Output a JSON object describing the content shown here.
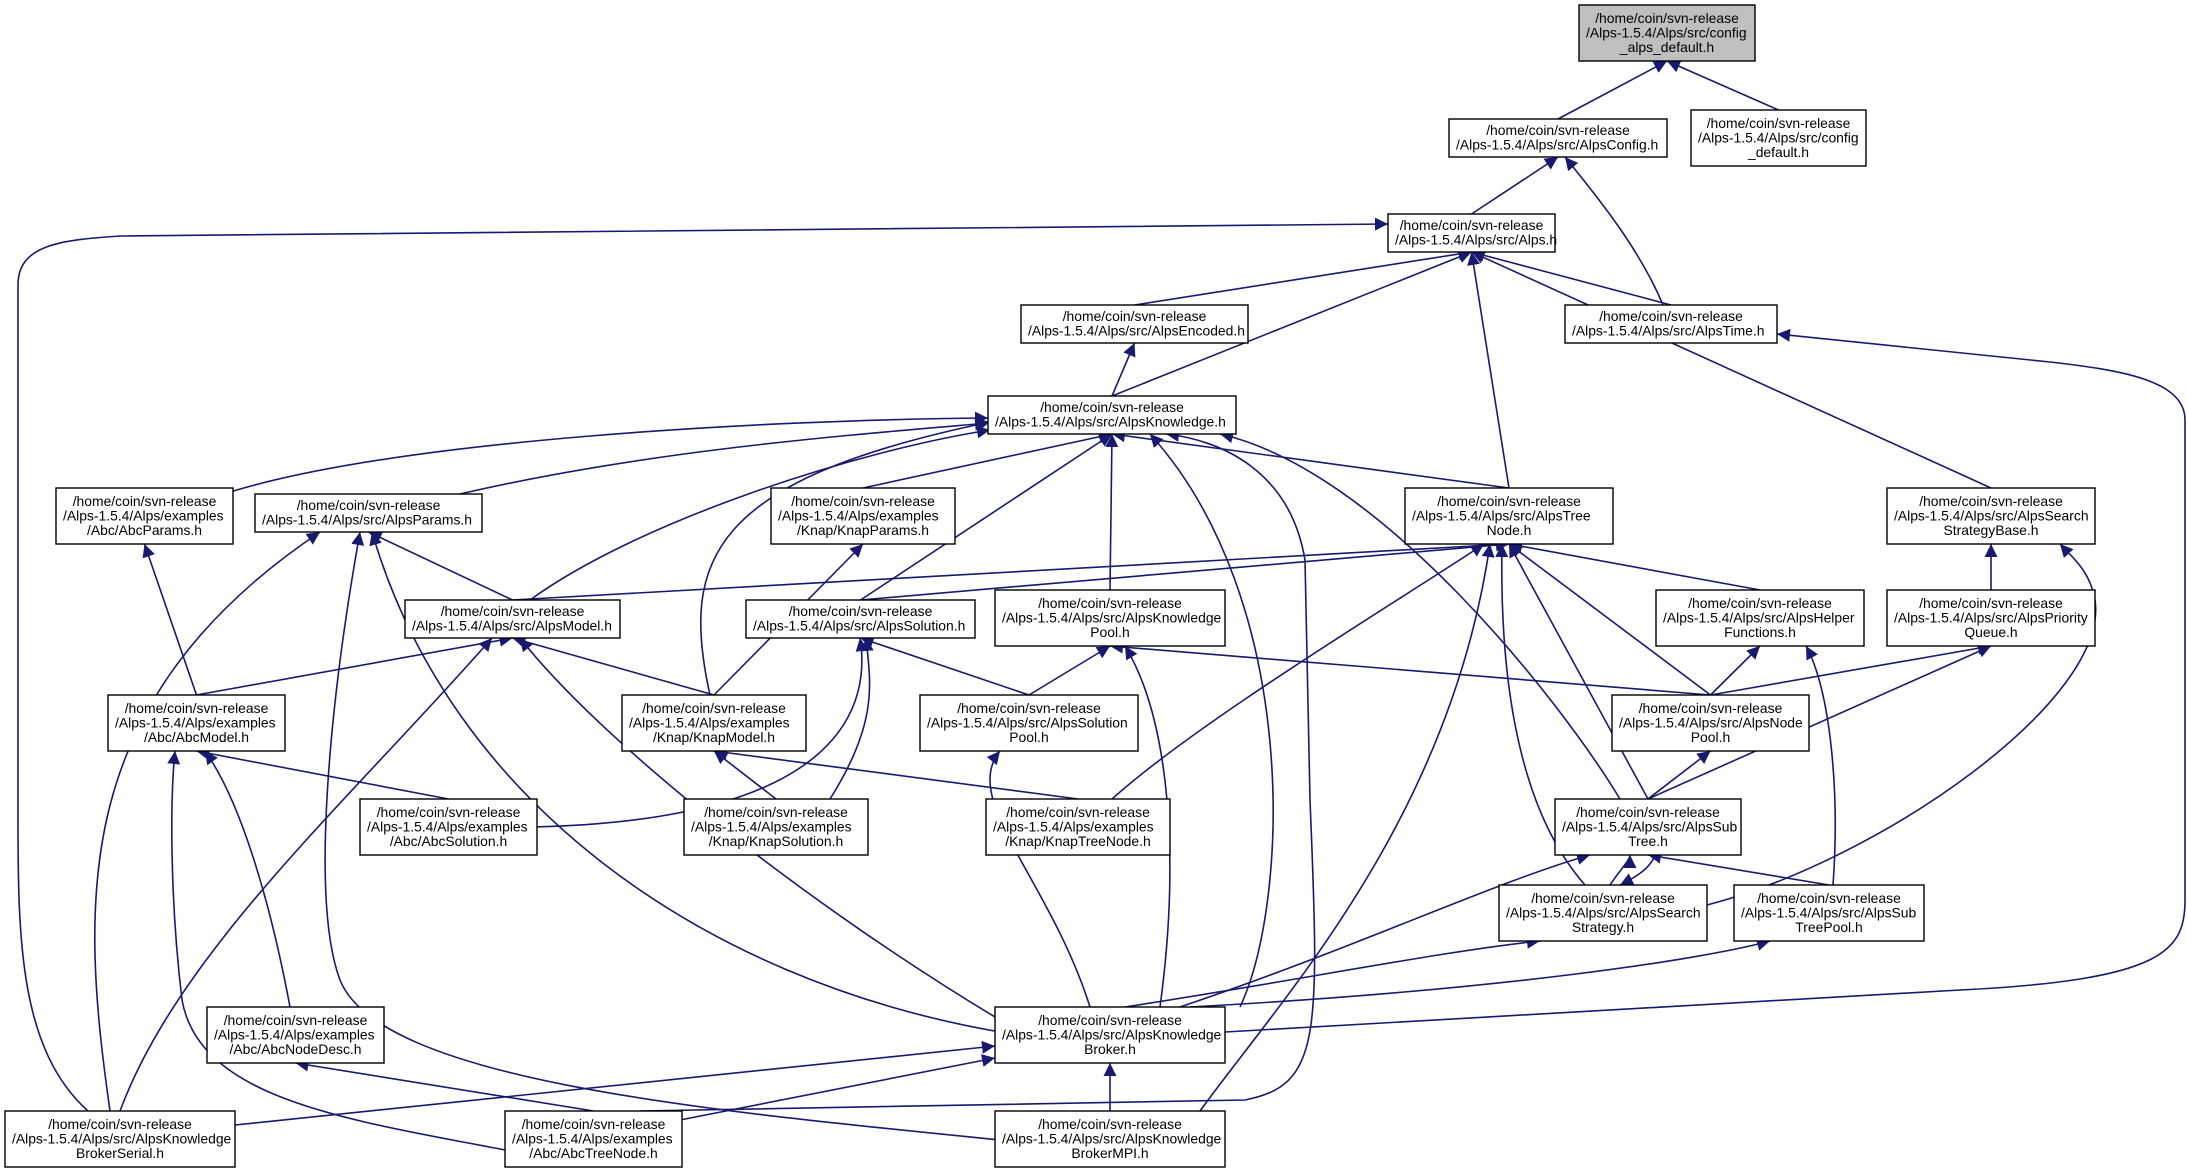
{
  "diagram": {
    "type": "include-dependency-graph",
    "colors": {
      "edge": "#191970",
      "node_border": "#000000",
      "node_fill": "#ffffff",
      "root_fill": "#bfbfbf",
      "background": "#ffffff"
    },
    "nodes": [
      {
        "id": "cfg_alps_default",
        "lines": [
          "/home/coin/svn-release",
          "/Alps-1.5.4/Alps/src/config",
          "_alps_default.h"
        ],
        "root": true
      },
      {
        "id": "alps_config",
        "lines": [
          "/home/coin/svn-release",
          "/Alps-1.5.4/Alps/src/AlpsConfig.h"
        ]
      },
      {
        "id": "cfg_default",
        "lines": [
          "/home/coin/svn-release",
          "/Alps-1.5.4/Alps/src/config",
          "_default.h"
        ]
      },
      {
        "id": "alps_h",
        "lines": [
          "/home/coin/svn-release",
          "/Alps-1.5.4/Alps/src/Alps.h"
        ]
      },
      {
        "id": "alps_encoded",
        "lines": [
          "/home/coin/svn-release",
          "/Alps-1.5.4/Alps/src/AlpsEncoded.h"
        ]
      },
      {
        "id": "alps_time",
        "lines": [
          "/home/coin/svn-release",
          "/Alps-1.5.4/Alps/src/AlpsTime.h"
        ]
      },
      {
        "id": "alps_knowledge",
        "lines": [
          "/home/coin/svn-release",
          "/Alps-1.5.4/Alps/src/AlpsKnowledge.h"
        ]
      },
      {
        "id": "abc_params",
        "lines": [
          "/home/coin/svn-release",
          "/Alps-1.5.4/Alps/examples",
          "/Abc/AbcParams.h"
        ]
      },
      {
        "id": "alps_params",
        "lines": [
          "/home/coin/svn-release",
          "/Alps-1.5.4/Alps/src/AlpsParams.h"
        ]
      },
      {
        "id": "knap_params",
        "lines": [
          "/home/coin/svn-release",
          "/Alps-1.5.4/Alps/examples",
          "/Knap/KnapParams.h"
        ]
      },
      {
        "id": "alps_treenode",
        "lines": [
          "/home/coin/svn-release",
          "/Alps-1.5.4/Alps/src/AlpsTree",
          "Node.h"
        ]
      },
      {
        "id": "alps_ssbase",
        "lines": [
          "/home/coin/svn-release",
          "/Alps-1.5.4/Alps/src/AlpsSearch",
          "StrategyBase.h"
        ]
      },
      {
        "id": "alps_model",
        "lines": [
          "/home/coin/svn-release",
          "/Alps-1.5.4/Alps/src/AlpsModel.h"
        ]
      },
      {
        "id": "alps_solution",
        "lines": [
          "/home/coin/svn-release",
          "/Alps-1.5.4/Alps/src/AlpsSolution.h"
        ]
      },
      {
        "id": "alps_kpool",
        "lines": [
          "/home/coin/svn-release",
          "/Alps-1.5.4/Alps/src/AlpsKnowledge",
          "Pool.h"
        ]
      },
      {
        "id": "alps_helper",
        "lines": [
          "/home/coin/svn-release",
          "/Alps-1.5.4/Alps/src/AlpsHelper",
          "Functions.h"
        ]
      },
      {
        "id": "alps_pq",
        "lines": [
          "/home/coin/svn-release",
          "/Alps-1.5.4/Alps/src/AlpsPriority",
          "Queue.h"
        ]
      },
      {
        "id": "abc_model",
        "lines": [
          "/home/coin/svn-release",
          "/Alps-1.5.4/Alps/examples",
          "/Abc/AbcModel.h"
        ]
      },
      {
        "id": "knap_model",
        "lines": [
          "/home/coin/svn-release",
          "/Alps-1.5.4/Alps/examples",
          "/Knap/KnapModel.h"
        ]
      },
      {
        "id": "alps_solpool",
        "lines": [
          "/home/coin/svn-release",
          "/Alps-1.5.4/Alps/src/AlpsSolution",
          "Pool.h"
        ]
      },
      {
        "id": "alps_nodepool",
        "lines": [
          "/home/coin/svn-release",
          "/Alps-1.5.4/Alps/src/AlpsNode",
          "Pool.h"
        ]
      },
      {
        "id": "abc_solution",
        "lines": [
          "/home/coin/svn-release",
          "/Alps-1.5.4/Alps/examples",
          "/Abc/AbcSolution.h"
        ]
      },
      {
        "id": "knap_solution",
        "lines": [
          "/home/coin/svn-release",
          "/Alps-1.5.4/Alps/examples",
          "/Knap/KnapSolution.h"
        ]
      },
      {
        "id": "knap_treenode",
        "lines": [
          "/home/coin/svn-release",
          "/Alps-1.5.4/Alps/examples",
          "/Knap/KnapTreeNode.h"
        ]
      },
      {
        "id": "alps_subtree",
        "lines": [
          "/home/coin/svn-release",
          "/Alps-1.5.4/Alps/src/AlpsSub",
          "Tree.h"
        ]
      },
      {
        "id": "alps_ss",
        "lines": [
          "/home/coin/svn-release",
          "/Alps-1.5.4/Alps/src/AlpsSearch",
          "Strategy.h"
        ]
      },
      {
        "id": "alps_stpool",
        "lines": [
          "/home/coin/svn-release",
          "/Alps-1.5.4/Alps/src/AlpsSub",
          "TreePool.h"
        ]
      },
      {
        "id": "abc_nodedesc",
        "lines": [
          "/home/coin/svn-release",
          "/Alps-1.5.4/Alps/examples",
          "/Abc/AbcNodeDesc.h"
        ]
      },
      {
        "id": "alps_kbroker",
        "lines": [
          "/home/coin/svn-release",
          "/Alps-1.5.4/Alps/src/AlpsKnowledge",
          "Broker.h"
        ]
      },
      {
        "id": "alps_kbserial",
        "lines": [
          "/home/coin/svn-release",
          "/Alps-1.5.4/Alps/src/AlpsKnowledge",
          "BrokerSerial.h"
        ]
      },
      {
        "id": "abc_treenode",
        "lines": [
          "/home/coin/svn-release",
          "/Alps-1.5.4/Alps/examples",
          "/Abc/AbcTreeNode.h"
        ]
      },
      {
        "id": "alps_kbmpi",
        "lines": [
          "/home/coin/svn-release",
          "/Alps-1.5.4/Alps/src/AlpsKnowledge",
          "BrokerMPI.h"
        ]
      }
    ],
    "edges": [
      [
        "alps_config",
        "cfg_alps_default"
      ],
      [
        "cfg_default",
        "cfg_alps_default"
      ],
      [
        "alps_h",
        "alps_config"
      ],
      [
        "alps_time",
        "alps_config"
      ],
      [
        "alps_encoded",
        "alps_h"
      ],
      [
        "alps_time",
        "alps_h"
      ],
      [
        "alps_knowledge",
        "alps_h"
      ],
      [
        "alps_treenode",
        "alps_h"
      ],
      [
        "alps_ssbase",
        "alps_h"
      ],
      [
        "alps_kbserial",
        "alps_h"
      ],
      [
        "alps_knowledge",
        "alps_encoded"
      ],
      [
        "alps_kbroker",
        "alps_time"
      ],
      [
        "abc_params",
        "alps_knowledge"
      ],
      [
        "alps_params",
        "alps_knowledge"
      ],
      [
        "knap_params",
        "alps_knowledge"
      ],
      [
        "alps_treenode",
        "alps_knowledge"
      ],
      [
        "alps_model",
        "alps_knowledge"
      ],
      [
        "alps_solution",
        "alps_knowledge"
      ],
      [
        "alps_kpool",
        "alps_knowledge"
      ],
      [
        "knap_model",
        "alps_knowledge"
      ],
      [
        "alps_subtree",
        "alps_knowledge"
      ],
      [
        "alps_kbroker",
        "alps_knowledge"
      ],
      [
        "abc_treenode",
        "alps_knowledge"
      ],
      [
        "alps_model",
        "alps_treenode"
      ],
      [
        "alps_solution",
        "alps_treenode"
      ],
      [
        "alps_helper",
        "alps_treenode"
      ],
      [
        "alps_nodepool",
        "alps_treenode"
      ],
      [
        "knap_treenode",
        "alps_treenode"
      ],
      [
        "alps_subtree",
        "alps_treenode"
      ],
      [
        "alps_ss",
        "alps_treenode"
      ],
      [
        "alps_kbmpi",
        "alps_treenode"
      ],
      [
        "alps_pq",
        "alps_ssbase"
      ],
      [
        "alps_ss",
        "alps_ssbase"
      ],
      [
        "abc_model",
        "abc_params"
      ],
      [
        "alps_model",
        "alps_params"
      ],
      [
        "alps_kbroker",
        "alps_params"
      ],
      [
        "alps_kbserial",
        "alps_params"
      ],
      [
        "alps_kbmpi",
        "alps_params"
      ],
      [
        "knap_model",
        "knap_params"
      ],
      [
        "abc_model",
        "alps_model"
      ],
      [
        "knap_model",
        "alps_model"
      ],
      [
        "alps_kbroker",
        "alps_model"
      ],
      [
        "alps_kbserial",
        "alps_model"
      ],
      [
        "alps_solpool",
        "alps_solution"
      ],
      [
        "abc_solution",
        "alps_solution"
      ],
      [
        "knap_solution",
        "alps_solution"
      ],
      [
        "alps_solpool",
        "alps_kpool"
      ],
      [
        "alps_nodepool",
        "alps_kpool"
      ],
      [
        "alps_kbroker",
        "alps_kpool"
      ],
      [
        "alps_nodepool",
        "alps_helper"
      ],
      [
        "alps_stpool",
        "alps_helper"
      ],
      [
        "alps_nodepool",
        "alps_pq"
      ],
      [
        "alps_subtree",
        "alps_pq"
      ],
      [
        "abc_solution",
        "abc_model"
      ],
      [
        "abc_nodedesc",
        "abc_model"
      ],
      [
        "abc_treenode",
        "abc_model"
      ],
      [
        "knap_solution",
        "knap_model"
      ],
      [
        "knap_treenode",
        "knap_model"
      ],
      [
        "alps_kbroker",
        "alps_solpool"
      ],
      [
        "alps_subtree",
        "alps_nodepool"
      ],
      [
        "alps_ss",
        "alps_subtree"
      ],
      [
        "alps_stpool",
        "alps_subtree"
      ],
      [
        "alps_kbroker",
        "alps_subtree"
      ],
      [
        "alps_subtree",
        "alps_ss"
      ],
      [
        "alps_kbroker",
        "alps_ss"
      ],
      [
        "alps_kbroker",
        "alps_stpool"
      ],
      [
        "abc_treenode",
        "abc_nodedesc"
      ],
      [
        "alps_kbserial",
        "alps_kbroker"
      ],
      [
        "abc_treenode",
        "alps_kbroker"
      ],
      [
        "alps_kbmpi",
        "alps_kbroker"
      ]
    ]
  }
}
